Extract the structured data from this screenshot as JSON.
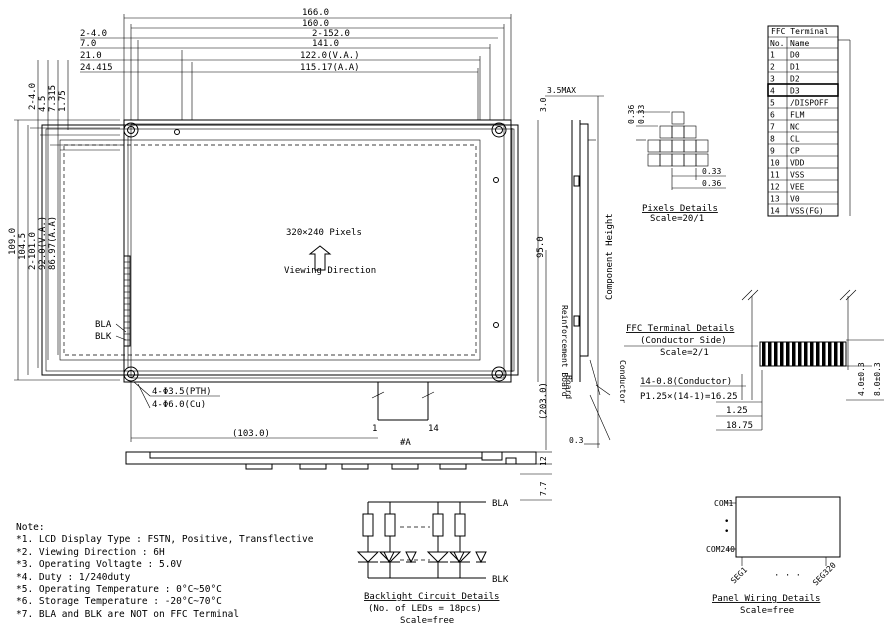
{
  "top_dims": [
    "166.0",
    "160.0",
    "2-152.0",
    "141.0",
    "122.0(V.A.)",
    "115.17(A.A)",
    "2-4.0",
    "7.0",
    "21.0",
    "24.415"
  ],
  "left_dims": [
    "109.0",
    "104.5",
    "2-101.0",
    "92.0(V.A.)",
    "86.97(A.A)",
    "2-4.0",
    "4.5",
    "7.315",
    "1.75"
  ],
  "center_text": "320×240 Pixels",
  "viewing_direction": "Viewing Direction",
  "bla_label": "BLA",
  "blk_label": "BLK",
  "hole1": "4-Φ3.5(PTH)",
  "hole2": "4-Φ6.0(Cu)",
  "bottom_dims": [
    "(103.0)",
    "1",
    "14",
    "#A"
  ],
  "right_dims": [
    "3.5MAX",
    "3.0",
    "95.0",
    "(203.0)",
    "0.3"
  ],
  "component_height": "Component Height",
  "pcb_side_labels": [
    "Reinforcement Board",
    "Conductor",
    "Board"
  ],
  "height_dims": [
    "12",
    "7.7"
  ],
  "ffc_table": {
    "title": "FFC Terminal",
    "headers": [
      "No.",
      "Name"
    ],
    "rows": [
      [
        "1",
        "D0"
      ],
      [
        "2",
        "D1"
      ],
      [
        "3",
        "D2"
      ],
      [
        "4",
        "D3"
      ],
      [
        "5",
        "/DISPOFF"
      ],
      [
        "6",
        "FLM"
      ],
      [
        "7",
        "NC"
      ],
      [
        "8",
        "CL"
      ],
      [
        "9",
        "CP"
      ],
      [
        "10",
        "VDD"
      ],
      [
        "11",
        "VSS"
      ],
      [
        "12",
        "VEE"
      ],
      [
        "13",
        "V0"
      ],
      [
        "14",
        "VSS(FG)"
      ]
    ]
  },
  "pixel_details": {
    "dims": [
      "0.36",
      "0.33",
      "0.33",
      "0.36"
    ],
    "title": "Pixels Details",
    "scale": "Scale=20/1"
  },
  "ffc_details": {
    "title": "FFC Terminal Details",
    "subtitle": "(Conductor Side)",
    "scale": "Scale=2/1",
    "dims": [
      "14-0.8(Conductor)",
      "P1.25×(14-1)=16.25",
      "1.25",
      "18.75",
      "4.0±0.3",
      "8.0±0.3"
    ]
  },
  "backlight": {
    "bla": "BLA",
    "blk": "BLK",
    "title": "Backlight Circuit Details",
    "subtitle": "(No. of LEDs = 18pcs)",
    "scale": "Scale=free"
  },
  "panel": {
    "com1": "COM1",
    "com240": "COM240",
    "seg1": "SEG1",
    "seg320": "SEG320",
    "title": "Panel Wiring Details",
    "scale": "Scale=free"
  },
  "notes": {
    "heading": "Note:",
    "items": [
      "*1. LCD Display Type : FSTN, Positive, Transflective",
      "*2. Viewing Direction : 6H",
      "*3. Operating Voltagte : 5.0V",
      "*4. Duty : 1/240duty",
      "*5. Operating Temperature : 0°C~50°C",
      "*6. Storage Temperature : -20°C~70°C",
      "*7. BLA and BLK are NOT on FFC Terminal"
    ]
  }
}
